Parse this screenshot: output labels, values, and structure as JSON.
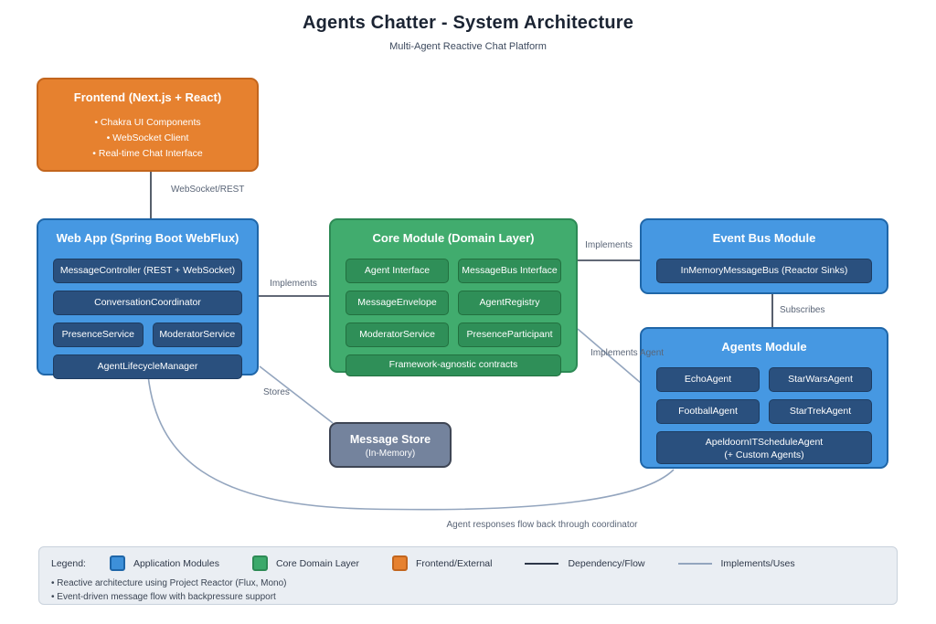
{
  "title": "Agents Chatter - System Architecture",
  "subtitle": "Multi-Agent Reactive Chat Platform",
  "colors": {
    "module_blue": "#4698e2",
    "module_blue_border": "#1f66a8",
    "chip_navy": "#2a507e",
    "module_green": "#41ac6e",
    "module_green_border": "#2d8a55",
    "chip_green": "#2f8f58",
    "module_orange": "#e6812f",
    "module_orange_border": "#c2651d",
    "store_gray": "#74839d",
    "line_dark": "#2d3748",
    "line_light": "#93a5be",
    "legend_bg": "#eaeef3"
  },
  "frontend": {
    "title": "Frontend (Next.js + React)",
    "bullets": [
      "• Chakra UI Components",
      "• WebSocket Client",
      "• Real-time Chat Interface"
    ]
  },
  "webapp": {
    "title": "Web App (Spring Boot WebFlux)",
    "items": [
      "MessageController (REST + WebSocket)",
      "ConversationCoordinator",
      "PresenceService",
      "ModeratorService",
      "AgentLifecycleManager"
    ]
  },
  "core": {
    "title": "Core Module (Domain Layer)",
    "items": [
      "Agent Interface",
      "MessageBus Interface",
      "MessageEnvelope",
      "AgentRegistry",
      "ModeratorService",
      "PresenceParticipant"
    ],
    "footer": "Framework-agnostic contracts"
  },
  "eventbus": {
    "title": "Event Bus Module",
    "items": [
      "InMemoryMessageBus (Reactor Sinks)"
    ]
  },
  "agents": {
    "title": "Agents Module",
    "items": [
      "EchoAgent",
      "StarWarsAgent",
      "FootballAgent",
      "StarTrekAgent"
    ],
    "custom_line1": "ApeldoornITScheduleAgent",
    "custom_line2": "(+ Custom Agents)"
  },
  "store": {
    "title": "Message Store",
    "subtitle": "(In-Memory)"
  },
  "connections": {
    "websocket_rest": "WebSocket/REST",
    "webapp_core": "Implements",
    "core_eventbus": "Implements",
    "eventbus_agents": "Subscribes",
    "core_agents": "Implements Agent",
    "webapp_store": "Stores",
    "feedback": "Agent responses flow back through coordinator"
  },
  "legend": {
    "label": "Legend:",
    "swatches": [
      {
        "label": "Application Modules",
        "color": "#3d90d9"
      },
      {
        "label": "Core Domain Layer",
        "color": "#3ca96b"
      },
      {
        "label": "Frontend/External",
        "color": "#e6812f"
      }
    ],
    "lines": [
      {
        "label": "Dependency/Flow",
        "color": "#2d3748"
      },
      {
        "label": "Implements/Uses",
        "color": "#93a5be"
      }
    ],
    "notes": [
      "• Reactive architecture using Project Reactor (Flux, Mono)",
      "• Event-driven message flow with backpressure support"
    ]
  }
}
